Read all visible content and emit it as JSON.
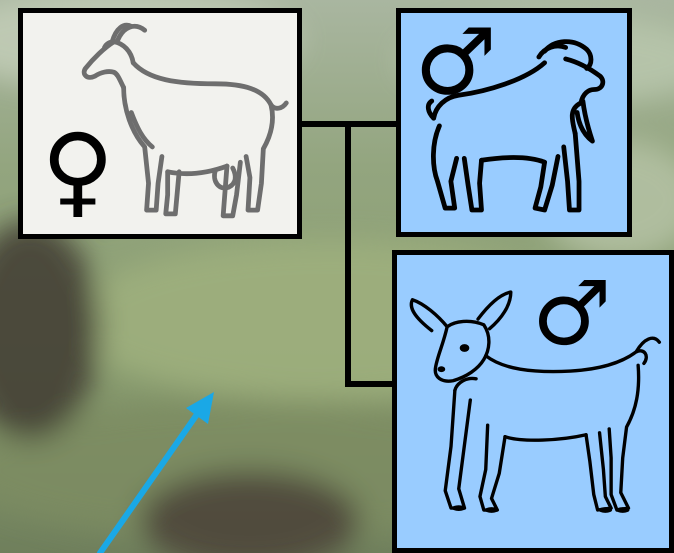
{
  "diagram": {
    "nodes": [
      {
        "id": "female-goat",
        "symbol": "♀",
        "symbol_name": "female-symbol",
        "figure": "adult-goat-gray-outline",
        "fill": "#f2f2ee"
      },
      {
        "id": "male-goat",
        "symbol": "♂",
        "symbol_name": "male-symbol",
        "figure": "adult-goat-black-outline",
        "fill": "#99ccff"
      },
      {
        "id": "male-kid",
        "symbol": "♂",
        "symbol_name": "male-symbol",
        "figure": "kid-goat-outline",
        "fill": "#99ccff"
      }
    ],
    "connectors": [
      {
        "from": "female-goat",
        "to": "male-goat"
      },
      {
        "from": "female-goat",
        "to": "male-kid"
      }
    ],
    "arrow": {
      "color": "#1aa8e6",
      "direction": "up-right"
    },
    "background": "blurred-grass-field-photo"
  }
}
